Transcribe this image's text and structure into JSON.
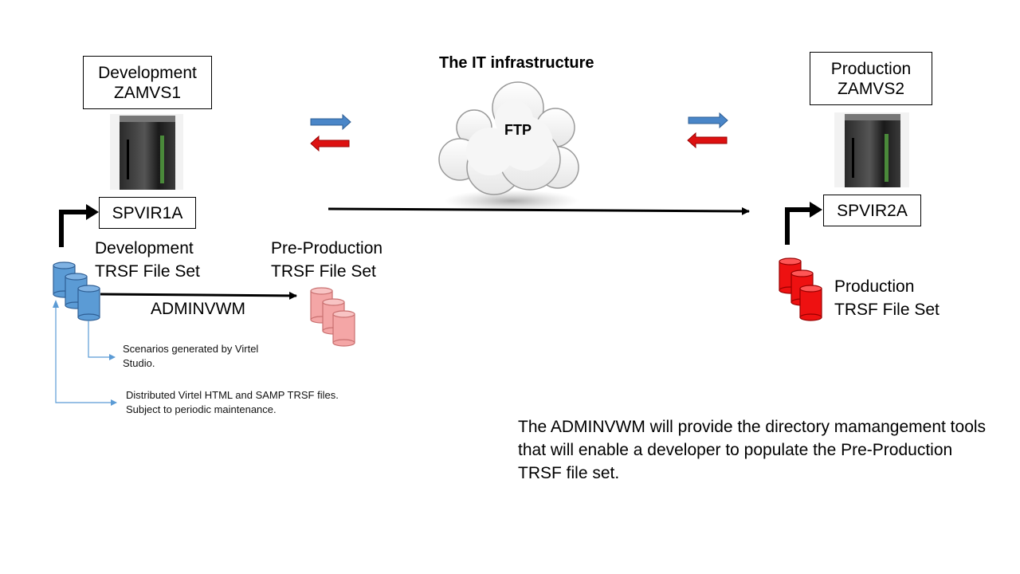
{
  "header": {
    "title": "The IT infrastructure"
  },
  "cloud": {
    "label": "FTP"
  },
  "dev": {
    "line1": "Development",
    "line2": "ZAMVS1",
    "spvir": "SPVIR1A",
    "fileset_line1": "Development",
    "fileset_line2": "TRSF File Set"
  },
  "prod": {
    "line1": "Production",
    "line2": "ZAMVS2",
    "spvir": "SPVIR2A",
    "fileset_line1": "Production",
    "fileset_line2": "TRSF File Set"
  },
  "preprod": {
    "line1": "Pre-Production",
    "line2": "TRSF File Set"
  },
  "admin": {
    "label": "ADMINVWM"
  },
  "notes": {
    "scenarios": "Scenarios generated by Virtel Studio.",
    "distributed": "Distributed Virtel HTML and SAMP  TRSF files. Subject to periodic maintenance."
  },
  "description": "The ADMINVWM will provide the directory mamangement tools that will enable a developer to populate the Pre-Production TRSF file set.",
  "colors": {
    "blue_db": "#5b9bd5",
    "pink_db": "#f4a6a6",
    "red_db": "#ee1111",
    "blue_arrow": "#4a86c8",
    "red_arrow": "#dd1111"
  }
}
